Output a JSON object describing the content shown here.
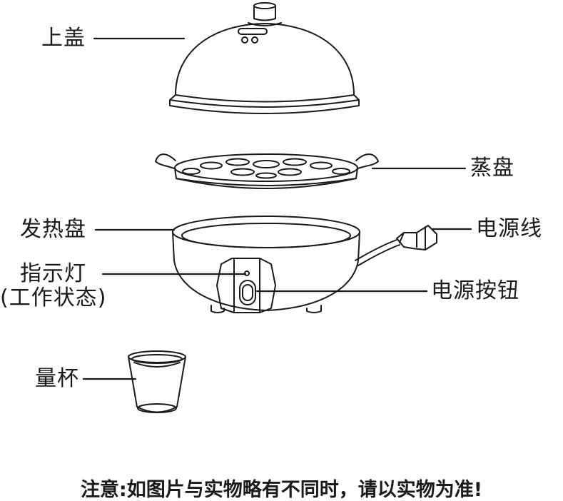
{
  "diagram": {
    "parts": {
      "lid": "上盖",
      "steam_tray": "蒸盘",
      "heating_plate": "发热盘",
      "power_cord": "电源线",
      "indicator": "指示灯",
      "indicator_sub": "(工作状态)",
      "power_button": "电源按钮",
      "measuring_cup": "量杯"
    },
    "note": "注意:如图片与实物略有不同时，请以实物为准!"
  },
  "colors": {
    "line": "#1a1a1a",
    "background": "#ffffff"
  }
}
